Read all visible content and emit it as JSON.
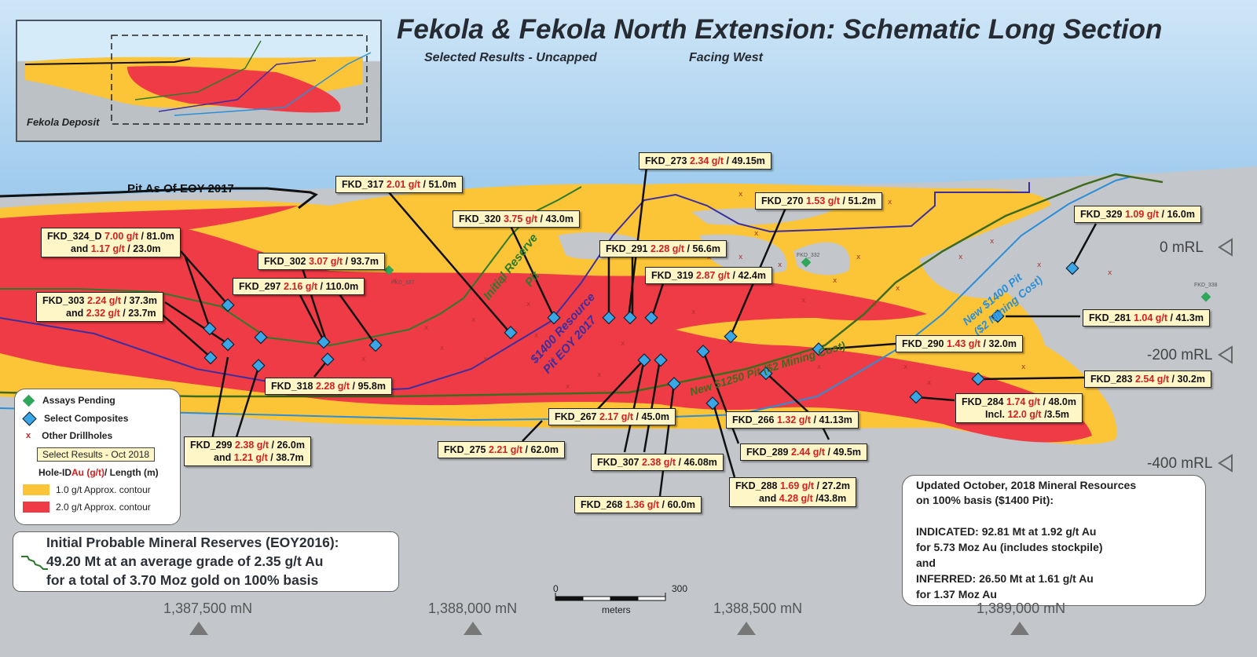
{
  "title": "Fekola & Fekola North Extension: Schematic Long Section",
  "subtitle_left": "Selected Results - Uncapped",
  "subtitle_right": "Facing West",
  "inset_label": "Fekola Deposit",
  "pit_label": "Pit As Of EOY 2017",
  "pit_labels": {
    "initial_reserve": "Initial Reserve",
    "initial_reserve_2": "Pit",
    "resource_1400": "$1400 Resource",
    "resource_1400_2": "Pit EOY 2017",
    "new_1400": "New $1400 Pit",
    "new_1400_2": "($2 Mining Cost)",
    "new_1250": "New $1250 Pit ($2 Mining Cost)"
  },
  "small_ids": [
    "FKD_337",
    "FKD_332",
    "FKD_338"
  ],
  "callouts": [
    {
      "id": "FKD_317",
      "lines": [
        {
          "hole": "FKD_317",
          "grade": "2.01 g/t",
          "len": "/ 51.0m"
        }
      ]
    },
    {
      "id": "FKD_273",
      "lines": [
        {
          "hole": "FKD_273",
          "grade": "2.34 g/t",
          "len": "/ 49.15m"
        }
      ]
    },
    {
      "id": "FKD_270",
      "lines": [
        {
          "hole": "FKD_270",
          "grade": "1.53 g/t",
          "len": "/ 51.2m"
        }
      ]
    },
    {
      "id": "FKD_320",
      "lines": [
        {
          "hole": "FKD_320",
          "grade": "3.75 g/t",
          "len": "/ 43.0m"
        }
      ]
    },
    {
      "id": "FKD_329",
      "lines": [
        {
          "hole": "FKD_329",
          "grade": "1.09 g/t",
          "len": "/ 16.0m"
        }
      ]
    },
    {
      "id": "FKD_324_D",
      "lines": [
        {
          "hole": "FKD_324_D",
          "grade": "7.00 g/t",
          "len": "/ 81.0m"
        },
        {
          "hole": "and",
          "grade": "1.17 g/t",
          "len": "/ 23.0m"
        }
      ]
    },
    {
      "id": "FKD_291",
      "lines": [
        {
          "hole": "FKD_291",
          "grade": "2.28 g/t",
          "len": "/ 56.6m"
        }
      ]
    },
    {
      "id": "FKD_302",
      "lines": [
        {
          "hole": "FKD_302",
          "grade": "3.07 g/t",
          "len": "/ 93.7m"
        }
      ]
    },
    {
      "id": "FKD_319",
      "lines": [
        {
          "hole": "FKD_319",
          "grade": "2.87 g/t",
          "len": "/ 42.4m"
        }
      ]
    },
    {
      "id": "FKD_297",
      "lines": [
        {
          "hole": "FKD_297",
          "grade": "2.16 g/t",
          "len": "/ 110.0m"
        }
      ]
    },
    {
      "id": "FKD_303",
      "lines": [
        {
          "hole": "FKD_303",
          "grade": "2.24 g/t",
          "len": "/ 37.3m"
        },
        {
          "hole": "and",
          "grade": "2.32 g/t",
          "len": "/ 23.7m"
        }
      ]
    },
    {
      "id": "FKD_281",
      "lines": [
        {
          "hole": "FKD_281",
          "grade": "1.04 g/t",
          "len": "/ 41.3m"
        }
      ]
    },
    {
      "id": "FKD_290",
      "lines": [
        {
          "hole": "FKD_290",
          "grade": "1.43 g/t",
          "len": "/ 32.0m"
        }
      ]
    },
    {
      "id": "FKD_283",
      "lines": [
        {
          "hole": "FKD_283",
          "grade": "2.54 g/t",
          "len": "/ 30.2m"
        }
      ]
    },
    {
      "id": "FKD_318",
      "lines": [
        {
          "hole": "FKD_318",
          "grade": "2.28 g/t",
          "len": "/ 95.8m"
        }
      ]
    },
    {
      "id": "FKD_284",
      "lines": [
        {
          "hole": "FKD_284",
          "grade": "1.74 g/t",
          "len": "/ 48.0m"
        },
        {
          "hole": "Incl.",
          "grade": "12.0 g/t",
          "len": "/3.5m"
        }
      ]
    },
    {
      "id": "FKD_267",
      "lines": [
        {
          "hole": "FKD_267",
          "grade": "2.17 g/t",
          "len": "/ 45.0m"
        }
      ]
    },
    {
      "id": "FKD_266",
      "lines": [
        {
          "hole": "FKD_266",
          "grade": "1.32 g/t",
          "len": "/ 41.13m"
        }
      ]
    },
    {
      "id": "FKD_299",
      "lines": [
        {
          "hole": "FKD_299",
          "grade": "2.38 g/t",
          "len": "/ 26.0m"
        },
        {
          "hole": "and",
          "grade": "1.21 g/t",
          "len": "/ 38.7m"
        }
      ]
    },
    {
      "id": "FKD_275",
      "lines": [
        {
          "hole": "FKD_275",
          "grade": "2.21 g/t",
          "len": "/ 62.0m"
        }
      ]
    },
    {
      "id": "FKD_289",
      "lines": [
        {
          "hole": "FKD_289",
          "grade": "2.44 g/t",
          "len": "/ 49.5m"
        }
      ]
    },
    {
      "id": "FKD_307",
      "lines": [
        {
          "hole": "FKD_307",
          "grade": "2.38 g/t",
          "len": "/ 46.08m"
        }
      ]
    },
    {
      "id": "FKD_288",
      "lines": [
        {
          "hole": "FKD_288",
          "grade": "1.69 g/t",
          "len": "/ 27.2m"
        },
        {
          "hole": "and",
          "grade": "4.28 g/t",
          "len": "/43.8m"
        }
      ]
    },
    {
      "id": "FKD_268",
      "lines": [
        {
          "hole": "FKD_268",
          "grade": "1.36 g/t",
          "len": "/ 60.0m"
        }
      ]
    }
  ],
  "legend": {
    "assays_pending": "Assays Pending",
    "select_composites": "Select Composites",
    "other_drillholes": "Other Drillholes",
    "select_results": "Select Results - Oct 2018",
    "hole_id_prefix": "Hole-ID ",
    "hole_id_au": "Au (g/t)",
    "hole_id_suffix": " / Length (m)",
    "contour_1": "1.0 g/t Approx. contour",
    "contour_2": "2.0 g/t Approx. contour"
  },
  "reserves": {
    "line1": "Initial Probable Mineral Reserves (EOY2016):",
    "line2": "49.20 Mt at an average grade of 2.35 g/t Au",
    "line3": "for a total of 3.70 Moz gold on 100% basis"
  },
  "resources": {
    "line1": "Updated October, 2018 Mineral Resources",
    "line2": "on 100% basis ($1400 Pit):",
    "line3": "INDICATED: 92.81 Mt at 1.92 g/t Au",
    "line4": "for 5.73 Moz Au (includes stockpile)",
    "line5": "and",
    "line6": "INFERRED: 26.50 Mt at 1.61 g/t Au",
    "line7": "for 1.37 Moz Au"
  },
  "elevations": [
    "0 mRL",
    "-200 mRL",
    "-400 mRL"
  ],
  "northings": [
    "1,387,500 mN",
    "1,388,000 mN",
    "1,388,500 mN",
    "1,389,000 mN"
  ],
  "scale": {
    "start": "0",
    "end": "300",
    "unit": "meters"
  },
  "colors": {
    "contour_1": "#fcc437",
    "contour_2": "#ef3b45",
    "diamond": "#3aa6e6",
    "assay_pending": "#2fa65a",
    "reserve_pit": "#2d7a2d",
    "resource_pit": "#3b2fa0",
    "new_1400_pit": "#2b8ed6",
    "new_1250_pit": "#3f6b1f"
  }
}
